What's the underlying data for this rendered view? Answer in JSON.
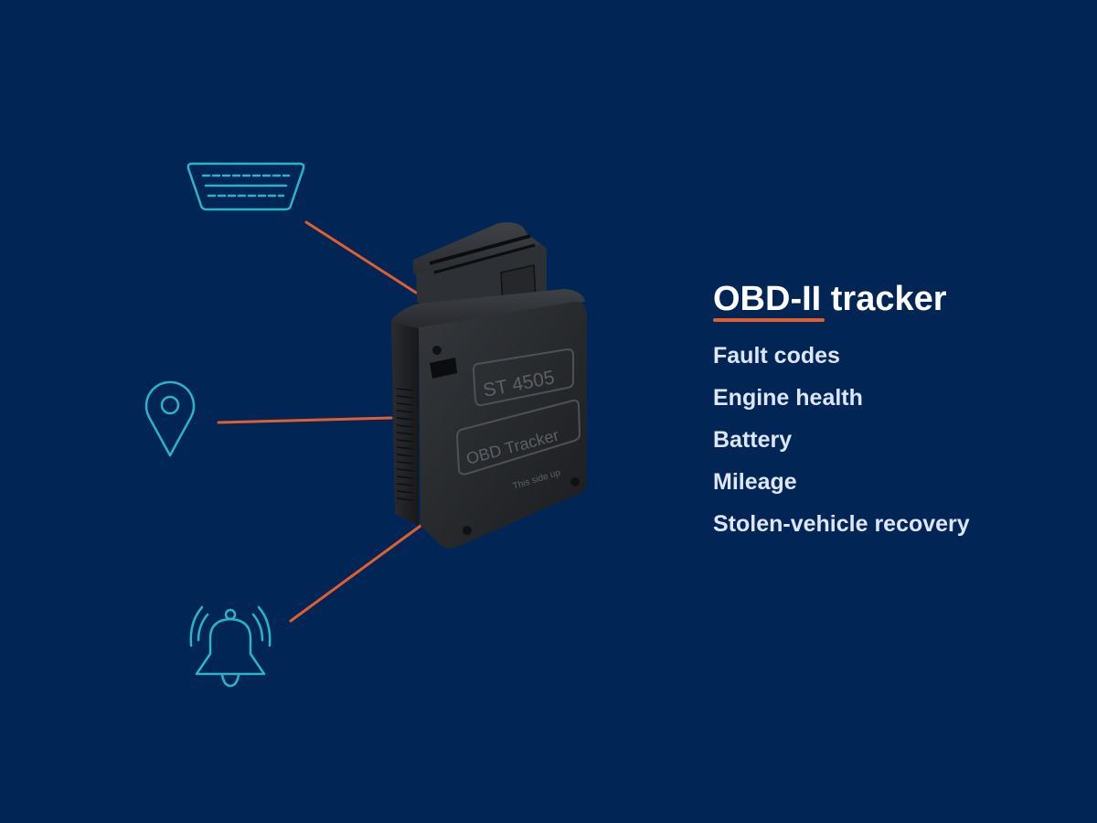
{
  "heading": {
    "title": "OBD-II tracker"
  },
  "features": [
    "Fault codes",
    "Engine health",
    "Battery",
    "Mileage",
    "Stolen-vehicle recovery"
  ],
  "device": {
    "model_label": "ST 4505",
    "name_label": "OBD Tracker",
    "orientation_label": "This side up"
  },
  "icons": {
    "connector": "obd-connector-icon",
    "location": "map-pin-icon",
    "alert": "bell-alert-icon"
  },
  "colors": {
    "background": "#012555",
    "accent": "#e35e2e",
    "icon": "#2bb3c9",
    "title": "#ffffff",
    "list_text": "#dce6f5",
    "device_body": "#1f2124"
  }
}
